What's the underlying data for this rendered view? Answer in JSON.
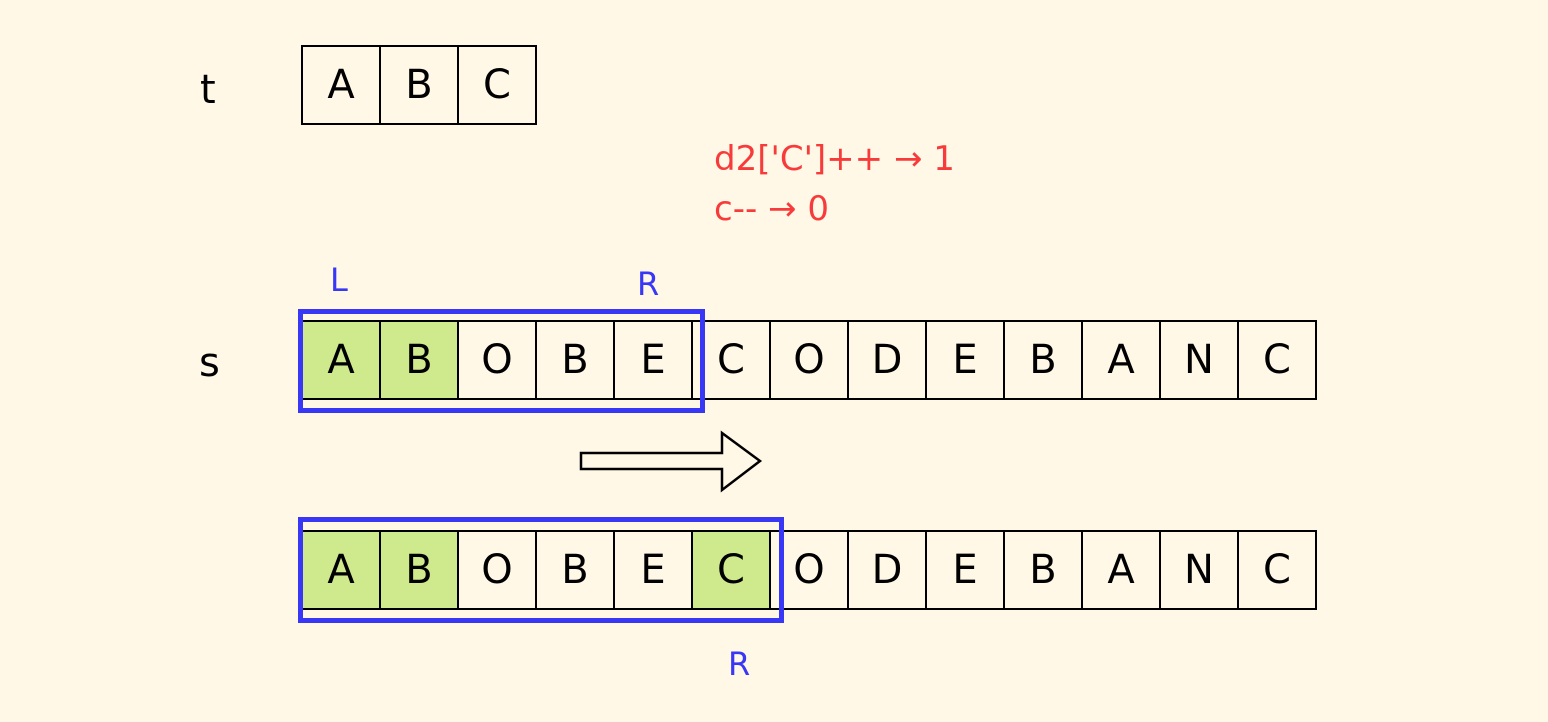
{
  "t": {
    "label": "t",
    "cells": [
      "A",
      "B",
      "C"
    ]
  },
  "s": {
    "label": "s"
  },
  "row1": {
    "cells": [
      {
        "ch": "A",
        "hl": true
      },
      {
        "ch": "B",
        "hl": true
      },
      {
        "ch": "O",
        "hl": false
      },
      {
        "ch": "B",
        "hl": false
      },
      {
        "ch": "E",
        "hl": false
      },
      {
        "ch": "C",
        "hl": false
      },
      {
        "ch": "O",
        "hl": false
      },
      {
        "ch": "D",
        "hl": false
      },
      {
        "ch": "E",
        "hl": false
      },
      {
        "ch": "B",
        "hl": false
      },
      {
        "ch": "A",
        "hl": false
      },
      {
        "ch": "N",
        "hl": false
      },
      {
        "ch": "C",
        "hl": false
      }
    ],
    "left_pointer": "L",
    "right_pointer": "R",
    "window": {
      "start": 0,
      "end": 4
    }
  },
  "row2": {
    "cells": [
      {
        "ch": "A",
        "hl": true
      },
      {
        "ch": "B",
        "hl": true
      },
      {
        "ch": "O",
        "hl": false
      },
      {
        "ch": "B",
        "hl": false
      },
      {
        "ch": "E",
        "hl": false
      },
      {
        "ch": "C",
        "hl": true
      },
      {
        "ch": "O",
        "hl": false
      },
      {
        "ch": "D",
        "hl": false
      },
      {
        "ch": "E",
        "hl": false
      },
      {
        "ch": "B",
        "hl": false
      },
      {
        "ch": "A",
        "hl": false
      },
      {
        "ch": "N",
        "hl": false
      },
      {
        "ch": "C",
        "hl": false
      }
    ],
    "right_pointer": "R",
    "window": {
      "start": 0,
      "end": 5
    }
  },
  "notes": {
    "line1": "d2['C']++ → 1",
    "line2": "c-- → 0"
  },
  "colors": {
    "highlight": "#cfe98d",
    "window": "#3737f5",
    "note": "#f73b3b",
    "background": "#fff8e7"
  }
}
